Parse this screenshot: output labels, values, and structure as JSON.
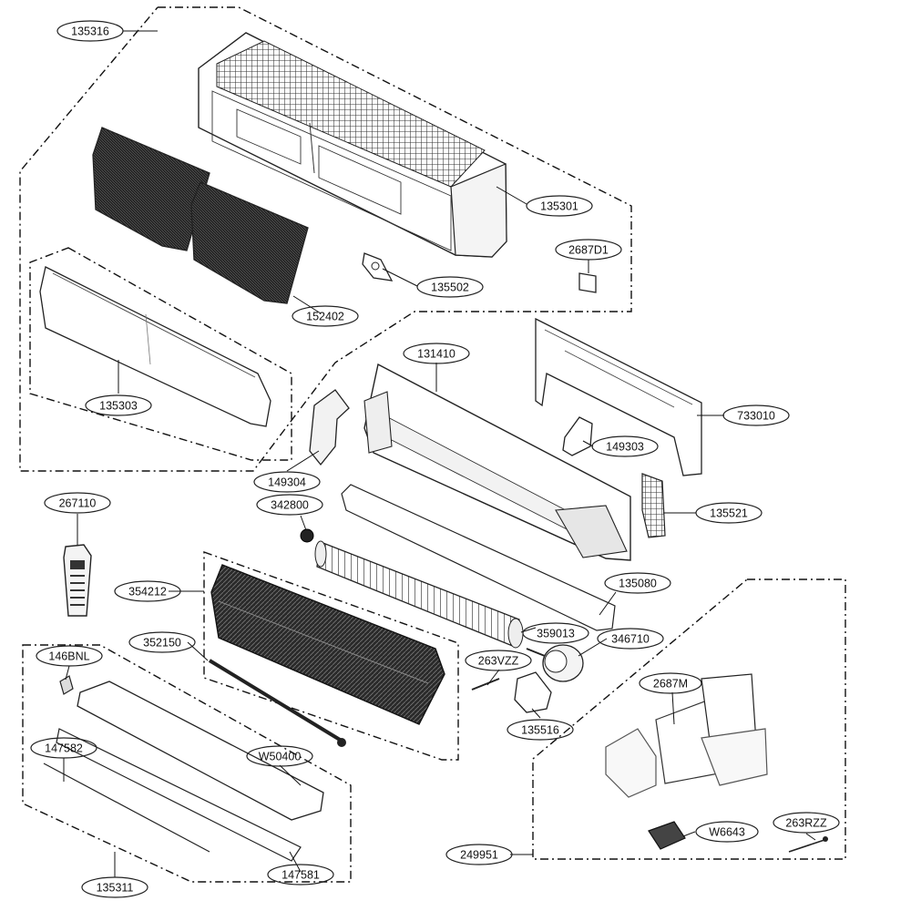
{
  "labels": {
    "p135316": "135316",
    "p135301": "135301",
    "p2687D1": "2687D1",
    "p135502": "135502",
    "p152402": "152402",
    "p135303": "135303",
    "p131410": "131410",
    "p733010": "733010",
    "p149303": "149303",
    "p149304": "149304",
    "p342800": "342800",
    "p135521": "135521",
    "p267110": "267110",
    "p354212": "354212",
    "p135080": "135080",
    "p359013": "359013",
    "p346710": "346710",
    "p352150": "352150",
    "p263VZZ": "263VZZ",
    "p146BNL": "146BNL",
    "p2687M": "2687M",
    "p135516": "135516",
    "p147582": "147582",
    "pW50400": "W50400",
    "pW6643": "W6643",
    "p263RZZ": "263RZZ",
    "p249951": "249951",
    "p135311": "135311",
    "p147581": "147581"
  }
}
